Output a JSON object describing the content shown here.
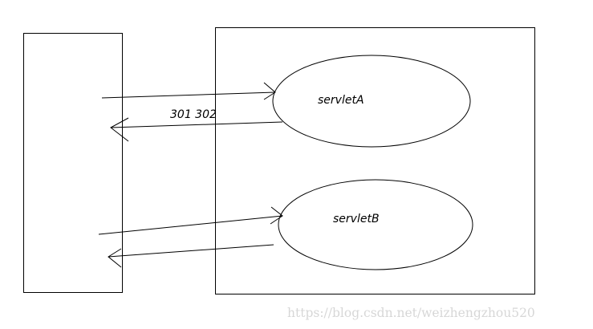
{
  "labels": {
    "servlet_a": "servletA",
    "servlet_b": "servletB",
    "status_codes": "301 302"
  },
  "watermark": "https://blog.csdn.net/weizhengzhou520",
  "colors": {
    "stroke": "#000000",
    "background": "#ffffff",
    "watermark": "#d7d7d7"
  }
}
